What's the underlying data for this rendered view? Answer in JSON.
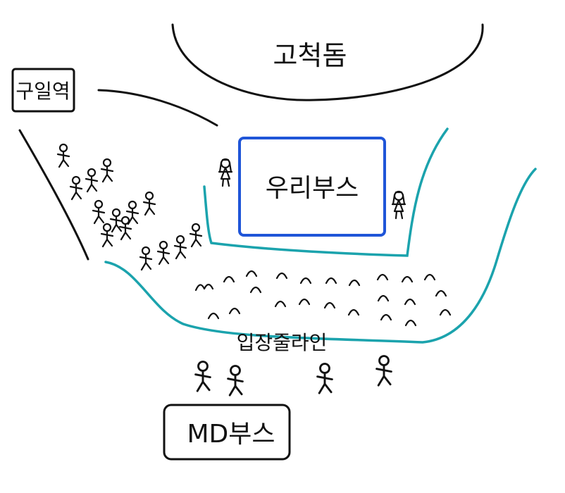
{
  "map": {
    "dome_label": "고척돔",
    "station_label": "구일역",
    "booth_label": "우리부스",
    "queue_label": "입장줄라인",
    "md_booth_label": "MD부스"
  },
  "colors": {
    "ink": "#111111",
    "booth_blue": "#1f55d8",
    "queue_teal": "#1ba3ad"
  }
}
